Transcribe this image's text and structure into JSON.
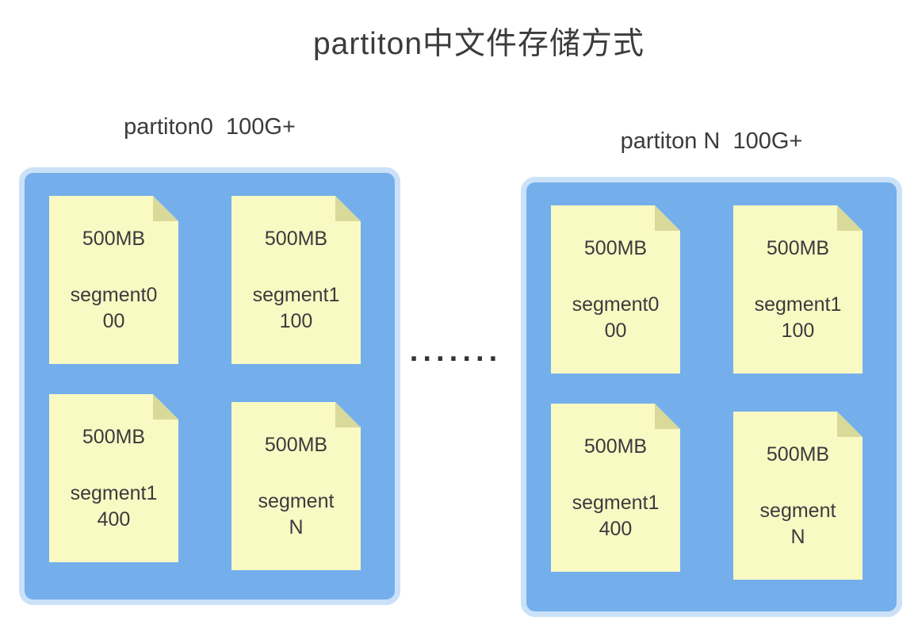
{
  "title": "partiton中文件存储方式",
  "ellipsis": "·······",
  "colors": {
    "container-fill": "#74AFEC",
    "container-border": "#CBE1F8",
    "file-fill": "#F9F9C4",
    "file-fold": "#D9D99A",
    "text": "#3B3B3D",
    "background": "#FFFFFF"
  },
  "partitions": [
    {
      "label": "partiton0  100G+",
      "files": [
        {
          "size": "500MB",
          "name_lines": [
            "segment0",
            "00"
          ]
        },
        {
          "size": "500MB",
          "name_lines": [
            "segment1",
            "100"
          ]
        },
        {
          "size": "500MB",
          "name_lines": [
            "segment1",
            "400"
          ]
        },
        {
          "size": "500MB",
          "name_lines": [
            "segment",
            "N"
          ]
        }
      ]
    },
    {
      "label": "partiton N  100G+",
      "files": [
        {
          "size": "500MB",
          "name_lines": [
            "segment0",
            "00"
          ]
        },
        {
          "size": "500MB",
          "name_lines": [
            "segment1",
            "100"
          ]
        },
        {
          "size": "500MB",
          "name_lines": [
            "segment1",
            "400"
          ]
        },
        {
          "size": "500MB",
          "name_lines": [
            "segment",
            "N"
          ]
        }
      ]
    }
  ]
}
